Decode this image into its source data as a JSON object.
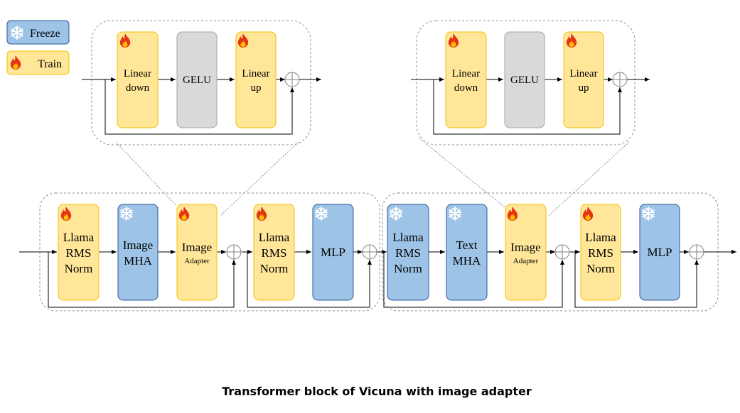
{
  "colors": {
    "train_fill": "#FFE699",
    "train_stroke": "#F2C300",
    "freeze_fill": "#9DC3E6",
    "freeze_stroke": "#2F5597",
    "gelu_fill": "#D9D9D9",
    "gelu_stroke": "#A6A6A6",
    "dashed_border": "#8C8C8C",
    "flame_outer": "#E63312",
    "flame_inner": "#FFC000",
    "snowflake": "#FFFFFF"
  },
  "legend": {
    "freeze_label": "Freeze",
    "train_label": "Train"
  },
  "adapter_detail_left": {
    "linear_down": [
      "Linear",
      "down"
    ],
    "gelu": "GELU",
    "linear_up": [
      "Linear",
      "up"
    ]
  },
  "adapter_detail_right": {
    "linear_down": [
      "Linear",
      "down"
    ],
    "gelu": "GELU",
    "linear_up": [
      "Linear",
      "up"
    ]
  },
  "block_left": {
    "norm1": [
      "Llama",
      "RMS",
      "Norm"
    ],
    "mha": [
      "Image",
      "MHA"
    ],
    "adapter": [
      "Image",
      "Adapter"
    ],
    "norm2": [
      "Llama",
      "RMS",
      "Norm"
    ],
    "mlp": "MLP"
  },
  "block_right": {
    "norm1": [
      "Llama",
      "RMS",
      "Norm"
    ],
    "mha": [
      "Text",
      "MHA"
    ],
    "adapter": [
      "Image",
      "Adapter"
    ],
    "norm2": [
      "Llama",
      "RMS",
      "Norm"
    ],
    "mlp": "MLP"
  },
  "caption": "Transformer block of Vicuna with image adapter"
}
